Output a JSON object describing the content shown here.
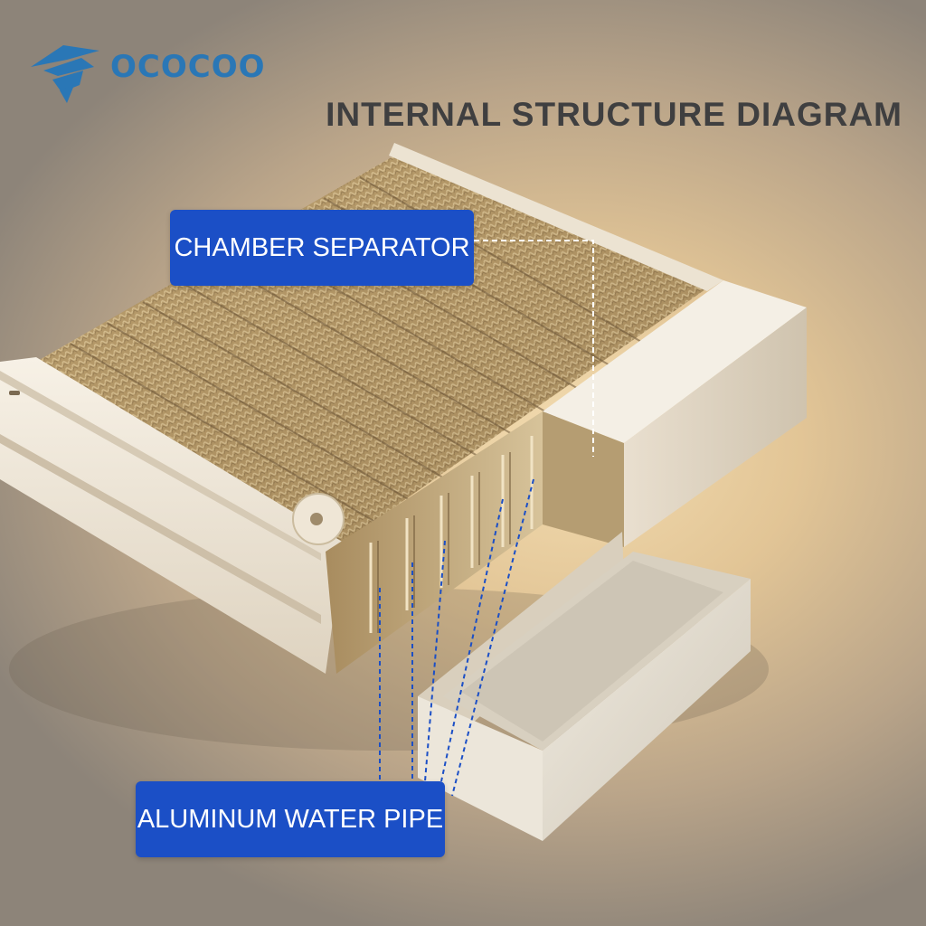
{
  "brand": {
    "name": "OCOCOO",
    "logo_icon": "feather-wing-icon",
    "color": "#2a77b6"
  },
  "title": "INTERNAL STRUCTURE DIAGRAM",
  "labels": {
    "chamber_separator": "CHAMBER SEPARATOR",
    "aluminum_water_pipe": "ALUMINUM WATER PIPE"
  },
  "colors": {
    "callout_bg": "#1b4fc6",
    "callout_text": "#ffffff",
    "title": "#3f3f40",
    "fin": "#b59a6d",
    "shell": "#f1e9dc"
  }
}
